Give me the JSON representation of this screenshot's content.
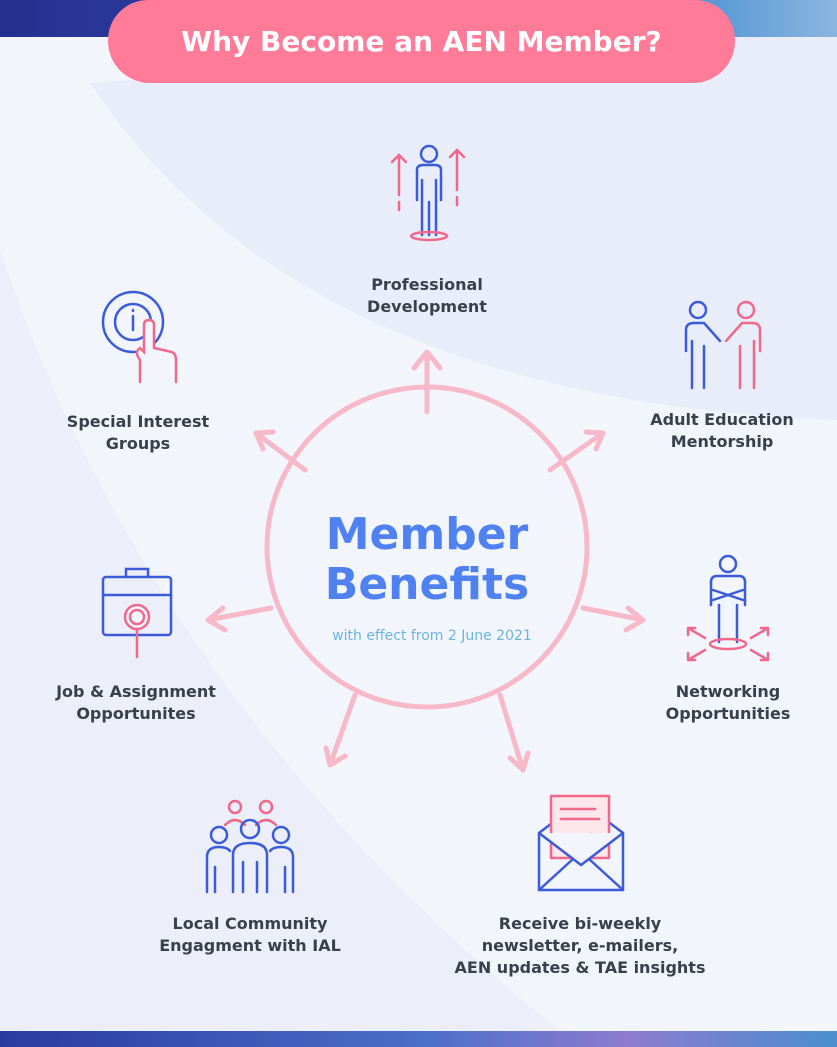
{
  "header": {
    "title": "Why Become an AEN Member?"
  },
  "center": {
    "title_line1": "Member",
    "title_line2": "Benefits",
    "subtitle": "with effect from 2 June 2021"
  },
  "benefits": [
    {
      "line1": "Professional",
      "line2": "Development",
      "icon": "person-growth-icon"
    },
    {
      "line1": "Adult Education",
      "line2": "Mentorship",
      "icon": "handshake-icon"
    },
    {
      "line1": "Networking",
      "line2": "Opportunities",
      "icon": "network-person-icon"
    },
    {
      "line1": "Receive bi-weekly",
      "line2": "newsletter, e-mailers,",
      "line3": "AEN updates & TAE insights",
      "icon": "envelope-letter-icon"
    },
    {
      "line1": "Local Community",
      "line2": "Engagment with IAL",
      "icon": "community-group-icon"
    },
    {
      "line1": "Job & Assignment",
      "line2": "Opportunites",
      "icon": "briefcase-search-icon"
    },
    {
      "line1": "Special Interest",
      "line2": "Groups",
      "icon": "info-touch-icon"
    }
  ],
  "colors": {
    "pink": "#ff7b98",
    "blue": "#4f82f0",
    "circle": "#f7b8c8",
    "icon_blue": "#3b5bdb",
    "icon_pink": "#f0688a"
  }
}
